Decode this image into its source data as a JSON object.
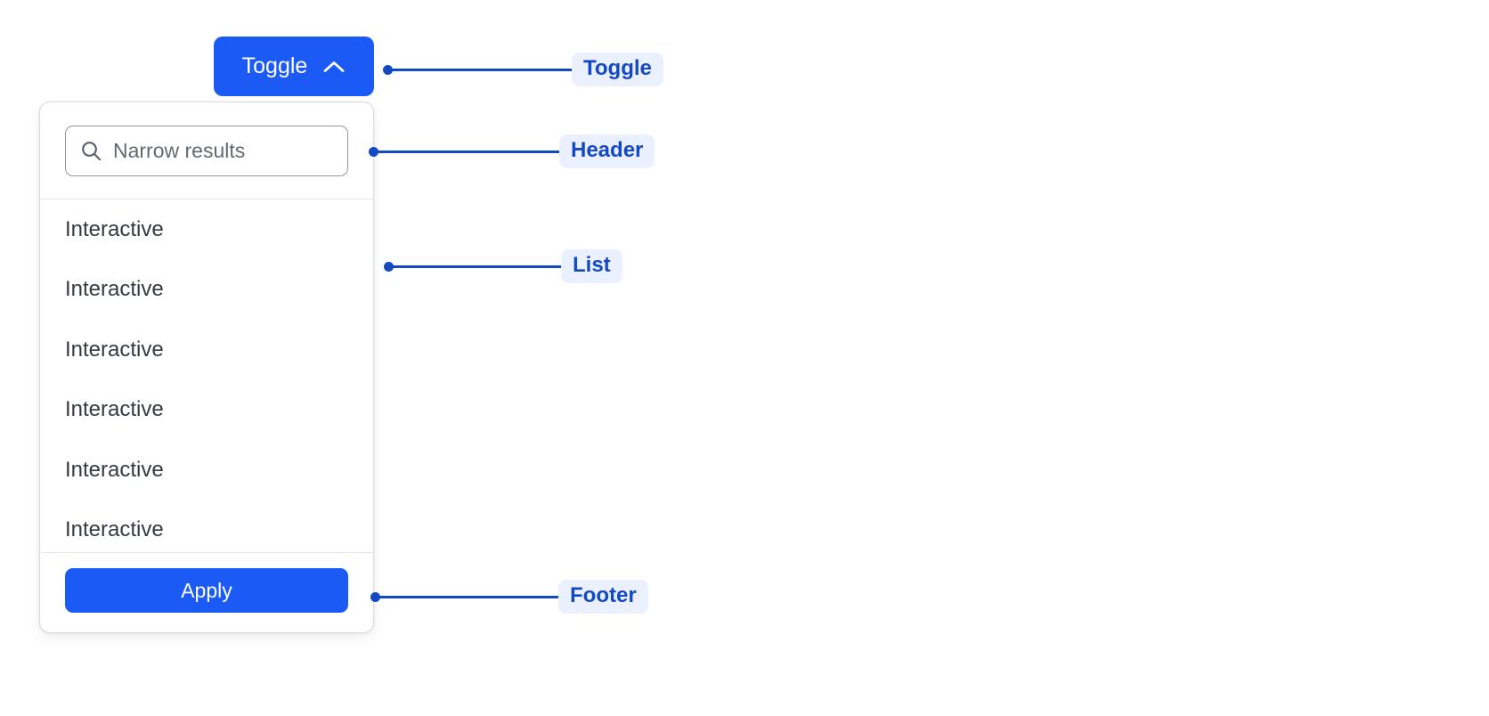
{
  "colors": {
    "brand_blue": "#1B5AF5",
    "annotation_blue": "#1449C4",
    "annotation_pill_bg": "#EAF0FD",
    "panel_border": "#D8DADE",
    "divider": "#E7E8EA",
    "text_primary": "#343A41",
    "placeholder": "#64696F"
  },
  "toggle": {
    "label": "Toggle",
    "icon": "chevron-up-icon",
    "expanded": true
  },
  "dropdown": {
    "header": {
      "search": {
        "icon": "search-icon",
        "value": "",
        "placeholder": "Narrow results"
      }
    },
    "list": {
      "items": [
        {
          "label": "Interactive"
        },
        {
          "label": "Interactive"
        },
        {
          "label": "Interactive"
        },
        {
          "label": "Interactive"
        },
        {
          "label": "Interactive"
        },
        {
          "label": "Interactive"
        }
      ]
    },
    "footer": {
      "apply_label": "Apply"
    }
  },
  "annotations": [
    {
      "label": "Toggle",
      "target": "toggle-button"
    },
    {
      "label": "Header",
      "target": "dropdown-header"
    },
    {
      "label": "List",
      "target": "dropdown-list"
    },
    {
      "label": "Footer",
      "target": "dropdown-footer"
    }
  ]
}
